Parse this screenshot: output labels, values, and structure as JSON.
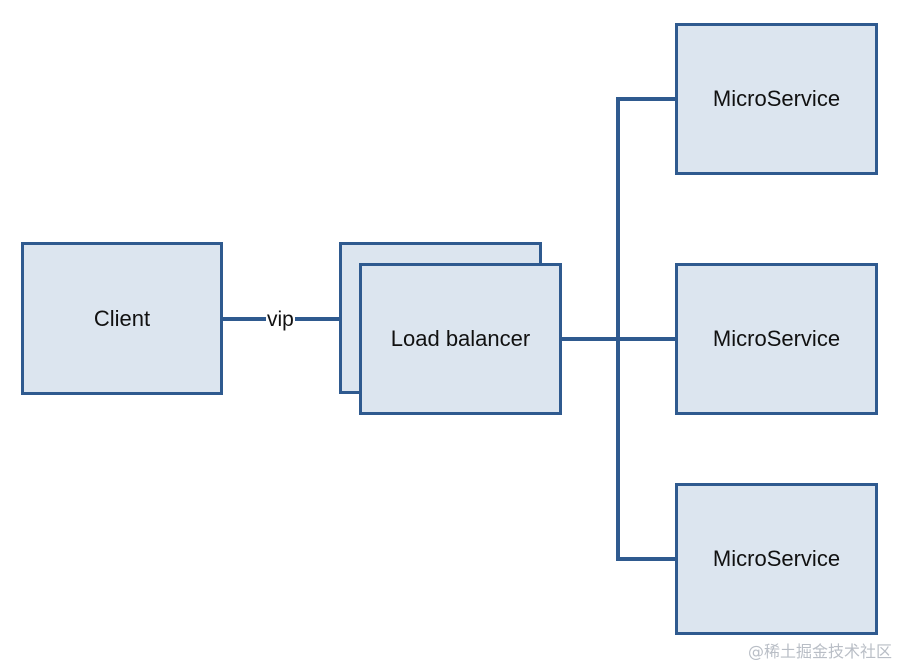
{
  "diagram": {
    "client": {
      "label": "Client"
    },
    "edge_label": "vip",
    "load_balancer": {
      "label": "Load balancer"
    },
    "services": [
      {
        "label": "MicroService"
      },
      {
        "label": "MicroService"
      },
      {
        "label": "MicroService"
      }
    ]
  },
  "watermark": "@稀土掘金技术社区",
  "colors": {
    "box_fill": "#dce5ef",
    "box_border": "#2f5a8f",
    "line": "#2f5a8f"
  }
}
